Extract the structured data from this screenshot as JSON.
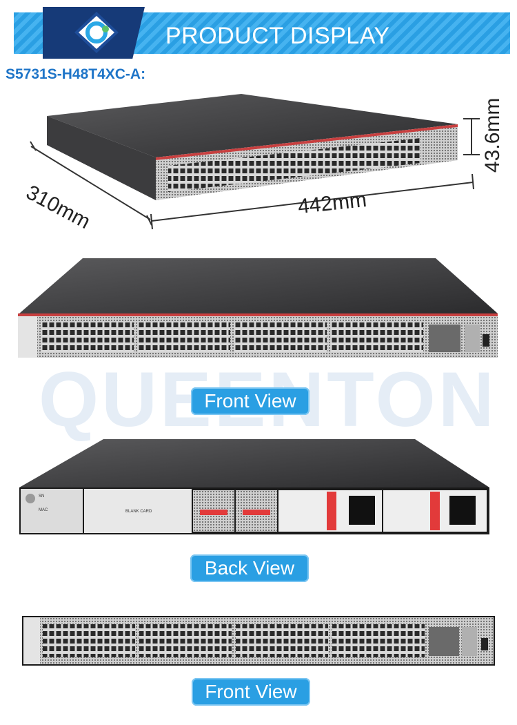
{
  "header": {
    "title": "PRODUCT DISPLAY"
  },
  "model": "S5731S-H48T4XC-A:",
  "dimensions": {
    "depth": "310mm",
    "width": "442mm",
    "height": "43.6mm"
  },
  "watermark": "QUEENTON",
  "views": [
    {
      "label": "Front View"
    },
    {
      "label": "Back View"
    },
    {
      "label": "Front View"
    }
  ],
  "back_panel": {
    "blank_card": "BLANK CARD",
    "sn": "SN",
    "mac": "MAC"
  },
  "colors": {
    "accent": "#2a9fe3",
    "banner_dark": "#163a78",
    "model_text": "#1f75c8",
    "red_tab": "#e23a3a"
  }
}
